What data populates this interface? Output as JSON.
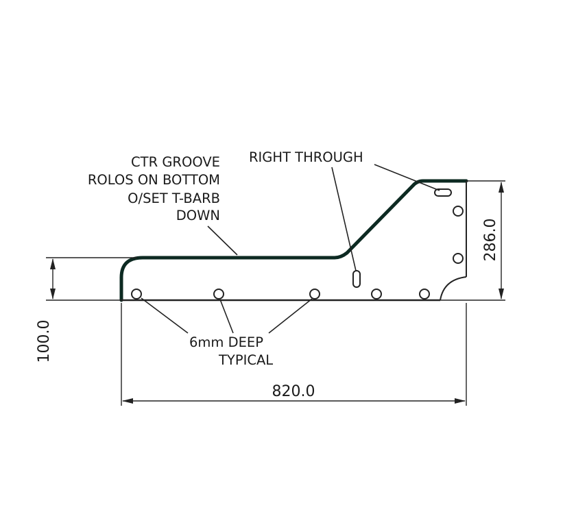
{
  "labels": {
    "groove_line1": "CTR GROOVE",
    "groove_line2": "ROLOS ON BOTTOM",
    "groove_line3": "O/SET T-BARB",
    "groove_line4": "DOWN",
    "right_through": "RIGHT THROUGH",
    "holes_line1": "6mm DEEP",
    "holes_line2": "TYPICAL"
  },
  "dimensions": {
    "width": "820.0",
    "height": "286.0",
    "low_height": "100.0"
  },
  "colors": {
    "outline": "#0d2a22",
    "line": "#222222",
    "background": "#ffffff"
  }
}
